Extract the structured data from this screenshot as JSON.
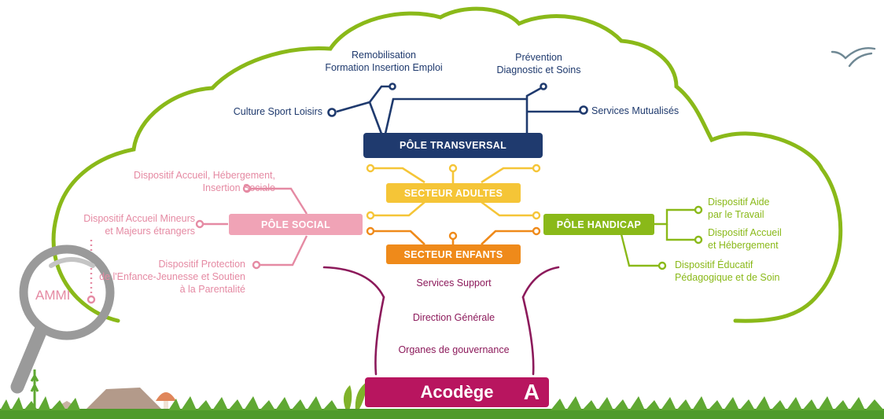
{
  "colors": {
    "navy": "#1f3a6e",
    "cloud_green": "#8ab919",
    "pink": "#e58aa3",
    "yellow": "#f5c537",
    "orange": "#ef8a1a",
    "plum": "#8c1a5b",
    "brand": "#b8155f",
    "lens_gray": "#9a9a9a"
  },
  "pole_transversal": {
    "title": "PÔLE TRANSVERSAL",
    "remobilisation": [
      "Remobilisation",
      "Formation Insertion Emploi"
    ],
    "prevention": [
      "Prévention",
      "Diagnostic et Soins"
    ],
    "culture": "Culture Sport Loisirs",
    "services_mutualises": "Services Mutualisés"
  },
  "secteurs": {
    "adultes": "SECTEUR ADULTES",
    "enfants": "SECTEUR ENFANTS"
  },
  "pole_social": {
    "title": "PÔLE SOCIAL",
    "item1": [
      "Dispositif Accueil, Hébergement,",
      "Insertion Sociale"
    ],
    "item2": [
      "Dispositif Accueil Mineurs",
      "et Majeurs étrangers"
    ],
    "item3": [
      "Dispositif Protection",
      "de l'Enfance-Jeunesse et Soutien",
      "à la Parentalité"
    ]
  },
  "pole_handicap": {
    "title": "PÔLE HANDICAP",
    "item1": [
      "Dispositif Aide",
      "par le Travail"
    ],
    "item2": [
      "Dispositif Accueil",
      "et Hébergement"
    ],
    "item3": [
      "Dispositif Éducatif",
      "Pédagogique et de Soin"
    ]
  },
  "trunk": {
    "services_support": "Services Support",
    "direction": "Direction Générale",
    "organes": "Organes de gouvernance"
  },
  "brand": {
    "name": "Acodège",
    "mark": "A"
  },
  "ammi": "AMMI",
  "icons": [
    "cloud-outline",
    "bird-icon",
    "magnifier-icon",
    "mushroom-icon",
    "rock-icon",
    "grass",
    "plant-icon"
  ]
}
